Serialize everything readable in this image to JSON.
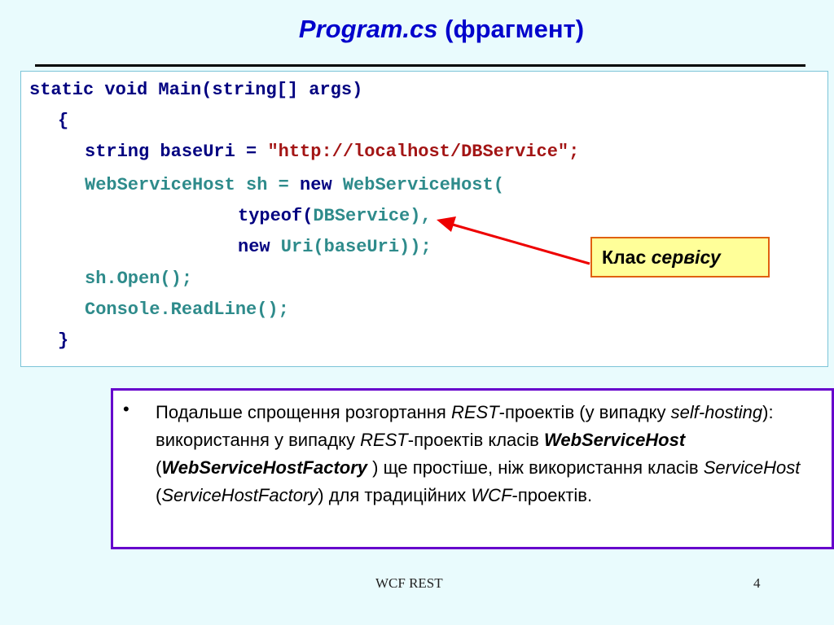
{
  "title": {
    "name": "Program.cs",
    "rest": "(фрагмент)"
  },
  "code": {
    "line1": "static void Main(string[] args)",
    "line2": "{",
    "line3_a": "string baseUri = ",
    "line3_b": "\"http://localhost/DBService\"",
    "line3_c": ";",
    "line4_a": "WebServiceHost sh = ",
    "line4_b": "new",
    "line4_c": " WebServiceHost(",
    "line5_a": "typeof(",
    "line5_b": "DBService),",
    "line6_a": "new",
    "line6_b": " Uri(baseUri));",
    "line7": "sh.Open();",
    "line8": "Console.ReadLine();",
    "line9": "}"
  },
  "callout": {
    "plain": "Клас ",
    "italic": "сервісу"
  },
  "note": {
    "bullet": "•",
    "t1": "Подальше спрощення розгортання ",
    "t2": "REST",
    "t3": "-проектів (у випадку ",
    "t4": "self-hosting",
    "t5": "): використання у випадку ",
    "t6": "REST",
    "t7": "-проектів класів ",
    "t8": "WebServiceHost",
    "t9": " (",
    "t10": "WebServiceHostFactory",
    "t11": " ) ще простіше, ніж використання класів ",
    "t12": "ServiceHost",
    "t13": " (",
    "t14": "ServiceHostFactory",
    "t15": ") для традиційних ",
    "t16": "WCF",
    "t17": "-проектів."
  },
  "footer": {
    "center": "WCF REST",
    "page": "4"
  },
  "colors": {
    "background": "#e9fbfd",
    "title": "#0000cc",
    "keyword": "#000080",
    "type": "#2e8b8b",
    "string": "#a31515",
    "callout_fill": "#ffff99",
    "callout_border": "#e06010",
    "arrow": "#ee0000",
    "note_border": "#6600cc"
  }
}
